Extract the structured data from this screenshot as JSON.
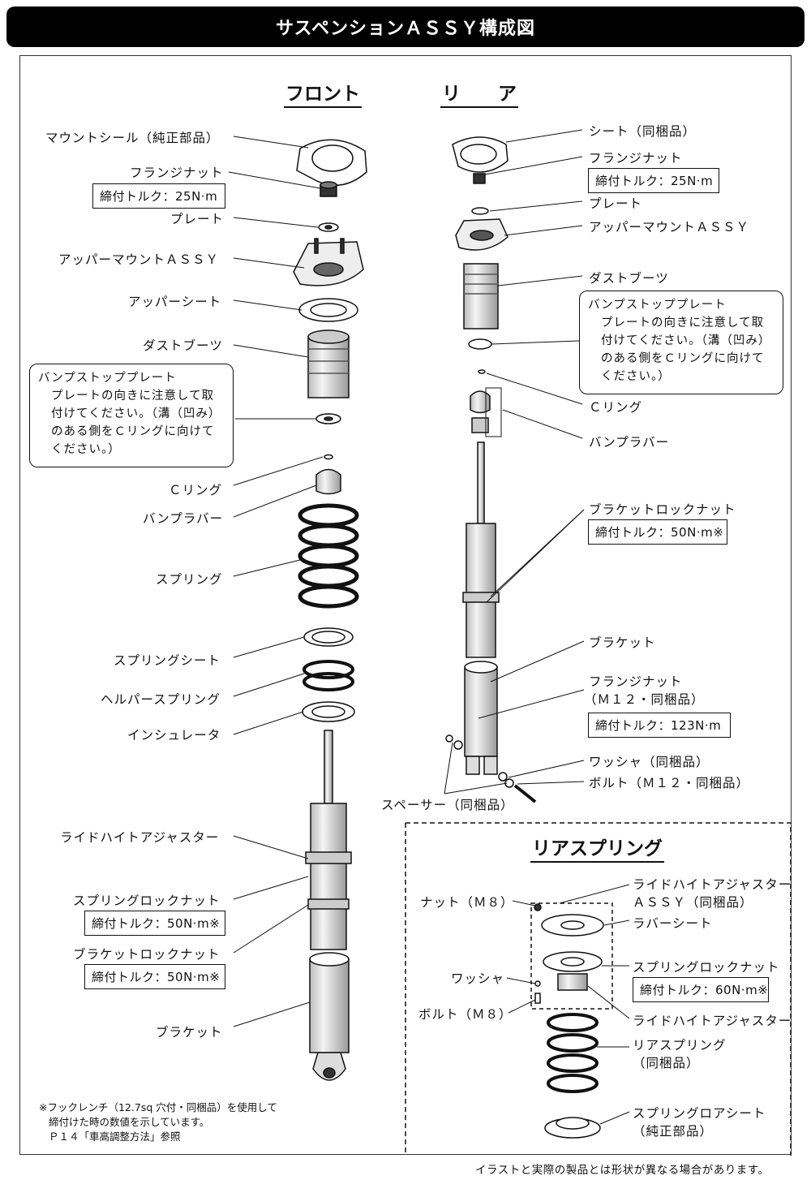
{
  "title": "サスペンションＡＳＳＹ構成図",
  "sections": {
    "front": "フロント",
    "rear": "リ　　ア",
    "rear_spring": "リアスプリング"
  },
  "front": {
    "mount_seal": "マウントシール（純正部品）",
    "flange_nut": "フランジナット",
    "flange_nut_torque": "締付トルク：25N·m",
    "plate": "プレート",
    "upper_mount": "アッパーマウントＡＳＳＹ",
    "upper_seat": "アッパーシート",
    "dust_boots": "ダストブーツ",
    "bump_stop_title": "バンプストッププレート",
    "bump_stop_body": "プレートの向きに注意して取付けてください。（溝（凹み）のある側をＣリングに向けてください。）",
    "c_ring": "Ｃリング",
    "bump_rubber": "バンプラバー",
    "spring": "スプリング",
    "spring_seat": "スプリングシート",
    "helper_spring": "ヘルパースプリング",
    "insulator": "インシュレータ",
    "ride_height": "ライドハイトアジャスター",
    "spring_lock_nut": "スプリングロックナット",
    "spring_lock_torque": "締付トルク：50N·m※",
    "bracket_lock_nut": "ブラケットロックナット",
    "bracket_lock_torque": "締付トルク：50N·m※",
    "bracket": "ブラケット"
  },
  "rear": {
    "seat": "シート（同梱品）",
    "flange_nut": "フランジナット",
    "flange_nut_torque": "締付トルク：25N·m",
    "plate": "プレート",
    "upper_mount": "アッパーマウントＡＳＳＹ",
    "dust_boots": "ダストブーツ",
    "bump_stop_title": "バンプストッププレート",
    "bump_stop_body": "プレートの向きに注意して取付けてください。（溝（凹み）のある側をＣリングに向けてください。）",
    "c_ring": "Ｃリング",
    "bump_rubber": "バンプラバー",
    "bracket_lock_nut": "ブラケットロックナット",
    "bracket_lock_torque": "締付トルク：50N·m※",
    "bracket": "ブラケット",
    "flange_nut_m12": "フランジナット",
    "flange_nut_m12_sub": "（Ｍ１２・同梱品）",
    "flange_nut_m12_torque": "締付トルク：123N·m",
    "washer": "ワッシャ（同梱品）",
    "bolt": "ボルト（Ｍ１２・同梱品）",
    "spacer": "スペーサー（同梱品）"
  },
  "rear_spring": {
    "nut_m8": "ナット（Ｍ８）",
    "washer": "ワッシャ",
    "bolt_m8": "ボルト（Ｍ８）",
    "ride_height_assy": "ライドハイトアジャスター",
    "ride_height_assy_sub": "ＡＳＳＹ（同梱品）",
    "rubber_seat": "ラバーシート",
    "spring_lock_nut": "スプリングロックナット",
    "spring_lock_torque": "締付トルク：60N·m※",
    "ride_height": "ライドハイトアジャスター",
    "rear_spring": "リアスプリング",
    "rear_spring_sub": "（同梱品）",
    "lower_seat": "スプリングロアシート",
    "lower_seat_sub": "（純正部品）"
  },
  "note": {
    "line1": "※フックレンチ（12.7sq 穴付・同梱品）を使用して",
    "line2": "締付けた時の数値を示しています。",
    "line3": "Ｐ１４「車高調整方法」参照"
  },
  "footer": "イラストと実際の製品とは形状が異なる場合があります。"
}
